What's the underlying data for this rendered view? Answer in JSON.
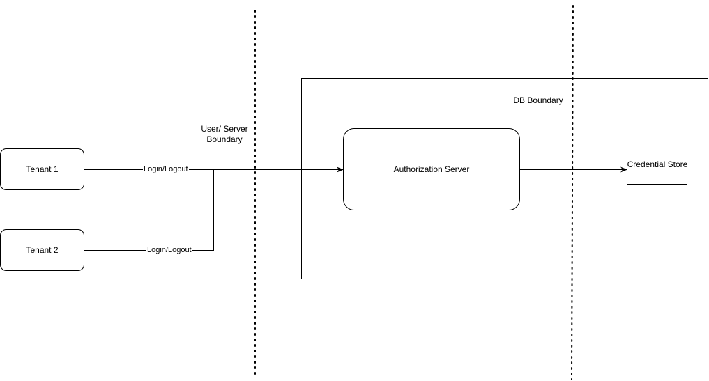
{
  "nodes": {
    "tenant1": "Tenant 1",
    "tenant2": "Tenant 2",
    "auth_server": "Authorization Server",
    "credential_store": "Credential Store"
  },
  "boundaries": {
    "user_server": "User/ Server Boundary",
    "db": "DB Boundary"
  },
  "edges": {
    "tenant1_label": "Login/Logout",
    "tenant2_label": "Login/Logout"
  },
  "colors": {
    "stroke": "#000000",
    "background": "#ffffff"
  }
}
